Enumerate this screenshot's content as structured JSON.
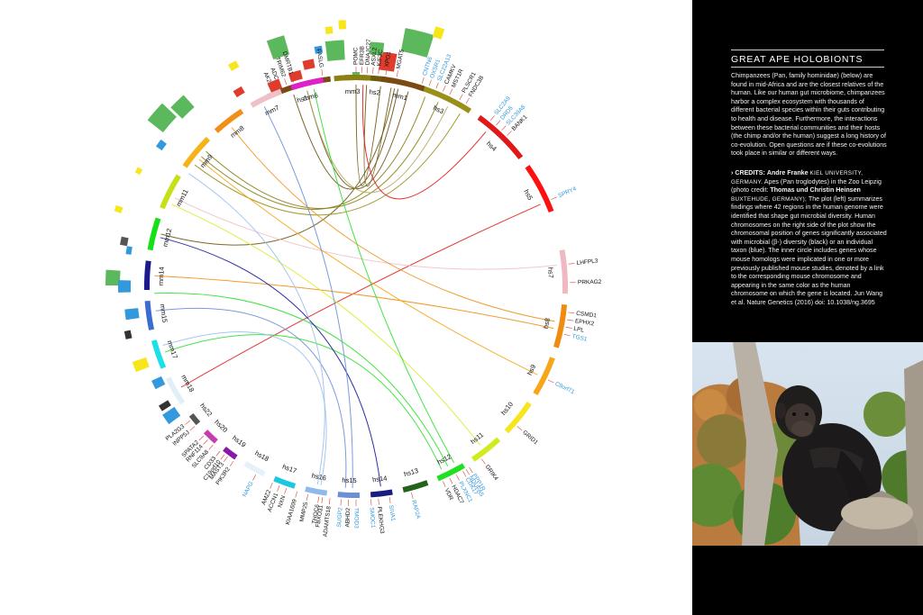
{
  "panel": {
    "title": "GREAT APE HOLOBIONTS",
    "intro_text": "Chimpanzees (Pan, family hominidae) (below) are found in mid-Africa and are the closest relatives of the human. Like our human gut microbiome, chimpanzees harbor a complex ecosystem with thousands of different bacterial species within their guts contributing to health and disease. Furthermore, the interactions between these bacterial communities and their hosts (the chimp and/or the human) suggest a long history of co-evolution. Open questions are if these co-evolutions took place in similar or different ways.",
    "credits_label": "› CREDITS:",
    "credits_author": "Andre Franke",
    "credits_affiliation": "KIEL UNIVERSITY, GERMANY.",
    "credits_line": "Apes (Pan troglodytes) in the Zoo Leipzig (photo credit:",
    "credits_photographers": "Thomas und Christin Heinsen",
    "credits_location": "BUXTEHUDE, GERMANY);",
    "credits_body": "The plot (left) summarizes findings where 42 regions in the human genome were identified that shape gut microbial diversity. Human chromosomes on the right side of the plot show the chromosomal position of genes significantly associated with microbial (β-) diversity (black) or an individual taxon (blue). The inner circle includes genes whose mouse homologs were implicated in one or more previously published mouse studies, denoted by a link to the corresponding mouse chromosome and appearing in the same color as the human chromosome on which the gene is located. Jun Wang et al. Nature Genetics (2016) doi: 10.1038/ng.3695"
  },
  "diagram": {
    "colors": {
      "black_gene": "#111111",
      "blue_gene": "#3399dd",
      "red_mark": "#e03c2c"
    },
    "chromosomes": [
      {
        "label": "hs1",
        "start": -25,
        "end": -7,
        "color": "#7a4a12"
      },
      {
        "label": "hs2",
        "start": -3,
        "end": 14,
        "color": "#6b5a10"
      },
      {
        "label": "hs3",
        "start": 17,
        "end": 33,
        "color": "#999019"
      },
      {
        "label": "hs4",
        "start": 36,
        "end": 52,
        "color": "#e01818"
      },
      {
        "label": "hs5",
        "start": 55,
        "end": 69,
        "color": "#ff1010"
      },
      {
        "label": "hs7",
        "start": 80,
        "end": 92,
        "color": "#f0b8c0"
      },
      {
        "label": "hs8",
        "start": 95,
        "end": 107,
        "color": "#ee8c10"
      },
      {
        "label": "hs9",
        "start": 110,
        "end": 121,
        "color": "#f7a619"
      },
      {
        "label": "hs10",
        "start": 124,
        "end": 134,
        "color": "#f7e61c"
      },
      {
        "label": "hs11",
        "start": 137,
        "end": 146,
        "color": "#d0ec20"
      },
      {
        "label": "hs12",
        "start": 149,
        "end": 157,
        "color": "#20e020"
      },
      {
        "label": "hs13",
        "start": 160,
        "end": 167,
        "color": "#22621a"
      },
      {
        "label": "hs14",
        "start": 170,
        "end": 176,
        "color": "#1a1a80"
      },
      {
        "label": "hs15",
        "start": 179,
        "end": 185,
        "color": "#6a90d8"
      },
      {
        "label": "hs16",
        "start": 188,
        "end": 194,
        "color": "#90b8ec"
      },
      {
        "label": "hs17",
        "start": 197,
        "end": 203,
        "color": "#1cc8e0"
      },
      {
        "label": "hs18",
        "start": 206,
        "end": 212,
        "color": "#e8f0f8"
      },
      {
        "label": "hs19",
        "start": 215,
        "end": 219,
        "color": "#8818a8"
      },
      {
        "label": "hs20",
        "start": 222,
        "end": 226,
        "color": "#c43cb0"
      },
      {
        "label": "hs22",
        "start": 229,
        "end": 232,
        "color": "#555555"
      },
      {
        "label": "mm18",
        "start": 236,
        "end": 244,
        "color": "#e0f0f8"
      },
      {
        "label": "mm17",
        "start": 247,
        "end": 255,
        "color": "#1ce0e8"
      },
      {
        "label": "mm15",
        "start": 258,
        "end": 266,
        "color": "#3c6cd0"
      },
      {
        "label": "mm14",
        "start": 269,
        "end": 277,
        "color": "#1a1a8c"
      },
      {
        "label": "mm12",
        "start": 280,
        "end": 289,
        "color": "#18e018"
      },
      {
        "label": "mm11",
        "start": 292,
        "end": 302,
        "color": "#c8e018"
      },
      {
        "label": "mm9",
        "start": 305,
        "end": 315,
        "color": "#f4b418"
      },
      {
        "label": "mm8",
        "start": 318,
        "end": 327,
        "color": "#f09018"
      },
      {
        "label": "mm7",
        "start": 330,
        "end": 339,
        "color": "#f0c0c8"
      },
      {
        "label": "mm6",
        "start": 342,
        "end": 351,
        "color": "#e020c8"
      },
      {
        "label": "mm3",
        "start": 354,
        "end": 364,
        "color": "#8c8014"
      },
      {
        "label": "mm1",
        "start": 367,
        "end": 379,
        "color": "#7a4a12"
      }
    ],
    "genes": [
      {
        "name": "AK2",
        "angle": -23,
        "kind": "black"
      },
      {
        "name": "ADC",
        "angle": -21,
        "kind": "black"
      },
      {
        "name": "TRIM62",
        "angle": -19,
        "kind": "black"
      },
      {
        "name": "DMRTB1",
        "angle": -17,
        "kind": "black"
      },
      {
        "name": "FASLG",
        "angle": -9,
        "kind": "black"
      },
      {
        "name": "POMC",
        "angle": 0,
        "kind": "black"
      },
      {
        "name": "EFR3B",
        "angle": 1.5,
        "kind": "black"
      },
      {
        "name": "DNAJC27",
        "angle": 3,
        "kind": "black"
      },
      {
        "name": "ASXL2",
        "angle": 4.5,
        "kind": "black"
      },
      {
        "name": "KIF3C",
        "angle": 6,
        "kind": "black"
      },
      {
        "name": "XPO1",
        "angle": 8,
        "kind": "black"
      },
      {
        "name": "MGAT5",
        "angle": 11,
        "kind": "black"
      },
      {
        "name": "CNTN6",
        "angle": 18,
        "kind": "blue"
      },
      {
        "name": "OXSR1",
        "angle": 20,
        "kind": "blue"
      },
      {
        "name": "SLC22A13",
        "angle": 22,
        "kind": "blue"
      },
      {
        "name": "CAMKV",
        "angle": 24,
        "kind": "black"
      },
      {
        "name": "MST1R",
        "angle": 26,
        "kind": "black"
      },
      {
        "name": "PLSCR1",
        "angle": 29,
        "kind": "black"
      },
      {
        "name": "FNDC3B",
        "angle": 31,
        "kind": "black"
      },
      {
        "name": "SLC2A9",
        "angle": 39,
        "kind": "blue"
      },
      {
        "name": "DRD5",
        "angle": 41,
        "kind": "blue"
      },
      {
        "name": "SLC39A8",
        "angle": 43,
        "kind": "blue"
      },
      {
        "name": "BANK1",
        "angle": 45,
        "kind": "black"
      },
      {
        "name": "SPRY4",
        "angle": 66,
        "kind": "blue"
      },
      {
        "name": "LHFPL3",
        "angle": 84,
        "kind": "black"
      },
      {
        "name": "PRKAG2",
        "angle": 89,
        "kind": "black"
      },
      {
        "name": "CSMD1",
        "angle": 97,
        "kind": "black"
      },
      {
        "name": "EPHX2",
        "angle": 99,
        "kind": "black"
      },
      {
        "name": "LPL",
        "angle": 101,
        "kind": "black"
      },
      {
        "name": "TGS1",
        "angle": 103,
        "kind": "blue"
      },
      {
        "name": "C9orf71",
        "angle": 116,
        "kind": "blue"
      },
      {
        "name": "GRID1",
        "angle": 131,
        "kind": "black"
      },
      {
        "name": "GRIK4",
        "angle": 144,
        "kind": "black"
      },
      {
        "name": "PPP1R",
        "angle": 148,
        "kind": "blue"
      },
      {
        "name": "CDK17",
        "angle": 150,
        "kind": "blue"
      },
      {
        "name": "PLXNC1",
        "angle": 152,
        "kind": "blue"
      },
      {
        "name": "HDAC7",
        "angle": 154,
        "kind": "black"
      },
      {
        "name": "VDR",
        "angle": 156,
        "kind": "black"
      },
      {
        "name": "NDUFA5",
        "angle": 149,
        "kind": "blue"
      },
      {
        "name": "RAP2A",
        "angle": 165,
        "kind": "blue"
      },
      {
        "name": "SIVA1",
        "angle": 171,
        "kind": "blue"
      },
      {
        "name": "PLEKHG3",
        "angle": 174,
        "kind": "black"
      },
      {
        "name": "SMOC1",
        "angle": 176,
        "kind": "blue"
      },
      {
        "name": "TMOD3",
        "angle": 180,
        "kind": "blue"
      },
      {
        "name": "ABHD2",
        "angle": 182,
        "kind": "black"
      },
      {
        "name": "SUGP2",
        "angle": 184,
        "kind": "blue"
      },
      {
        "name": "ADAMTS18",
        "angle": 187,
        "kind": "black"
      },
      {
        "name": "FBXO31",
        "angle": 189,
        "kind": "black"
      },
      {
        "name": "THOC6",
        "angle": 190,
        "kind": "black"
      },
      {
        "name": "MMP25",
        "angle": 193,
        "kind": "black"
      },
      {
        "name": "KIAA1609",
        "angle": 196,
        "kind": "black"
      },
      {
        "name": "NXN",
        "angle": 199,
        "kind": "black"
      },
      {
        "name": "ACCN1",
        "angle": 201,
        "kind": "black"
      },
      {
        "name": "AMZ2",
        "angle": 203,
        "kind": "black"
      },
      {
        "name": "NAPG",
        "angle": 208,
        "kind": "blue"
      },
      {
        "name": "PIK3R2",
        "angle": 215,
        "kind": "black"
      },
      {
        "name": "MAST3",
        "angle": 217,
        "kind": "black"
      },
      {
        "name": "C19orf10",
        "angle": 218,
        "kind": "black"
      },
      {
        "name": "CD33",
        "angle": 219.5,
        "kind": "black"
      },
      {
        "name": "SLC9A8",
        "angle": 222,
        "kind": "black"
      },
      {
        "name": "RNF114",
        "angle": 224,
        "kind": "black"
      },
      {
        "name": "SPATA2",
        "angle": 225.5,
        "kind": "black"
      },
      {
        "name": "INPP5J",
        "angle": 229,
        "kind": "black"
      },
      {
        "name": "PLA2G3",
        "angle": 231,
        "kind": "black"
      }
    ],
    "links": [
      {
        "a": -18,
        "b": 372,
        "color": "#6b5010"
      },
      {
        "a": -14,
        "b": 375,
        "color": "#6b5010"
      },
      {
        "a": 3,
        "b": 370,
        "color": "#6b5a10"
      },
      {
        "a": 7,
        "b": 360,
        "color": "#6b5a10"
      },
      {
        "a": 11,
        "b": 285,
        "color": "#6b5a10"
      },
      {
        "a": 20,
        "b": 310,
        "color": "#8a8014"
      },
      {
        "a": 24,
        "b": 312,
        "color": "#8a8014"
      },
      {
        "a": 27,
        "b": 346,
        "color": "#b8a860"
      },
      {
        "a": 31,
        "b": 307,
        "color": "#999019"
      },
      {
        "a": 40,
        "b": 362,
        "color": "#e01818"
      },
      {
        "a": 66,
        "b": 240,
        "color": "#e02020"
      },
      {
        "a": 84,
        "b": 296,
        "color": "#f0c0c8"
      },
      {
        "a": 100,
        "b": 322,
        "color": "#f09018"
      },
      {
        "a": 102,
        "b": 273,
        "color": "#f09018"
      },
      {
        "a": 116,
        "b": 309,
        "color": "#f7a619"
      },
      {
        "a": 142,
        "b": 294,
        "color": "#d8ec30"
      },
      {
        "a": 151,
        "b": 348,
        "color": "#30e030"
      },
      {
        "a": 153,
        "b": 268,
        "color": "#30e030"
      },
      {
        "a": 155,
        "b": 251,
        "color": "#30e030"
      },
      {
        "a": 173,
        "b": 284,
        "color": "#1a1a9c"
      },
      {
        "a": 181,
        "b": 333,
        "color": "#6a90d8"
      },
      {
        "a": 183,
        "b": 263,
        "color": "#6a90d8"
      },
      {
        "a": 191,
        "b": 304,
        "color": "#9cc0ee"
      },
      {
        "a": 190,
        "b": 253,
        "color": "#9cc0ee"
      }
    ],
    "outer_marks": [
      {
        "angle": 316,
        "r1": 268,
        "r2": 286,
        "w": 2.0,
        "color": "#5cb85c"
      },
      {
        "angle": 311,
        "r1": 274,
        "r2": 296,
        "w": 2.4,
        "color": "#5cb85c"
      },
      {
        "angle": 306,
        "r1": 263,
        "r2": 271,
        "w": 1.0,
        "color": "#3399dd"
      },
      {
        "angle": 298,
        "r1": 270,
        "r2": 276,
        "w": 0.7,
        "color": "#f7e61c"
      },
      {
        "angle": 288,
        "r1": 273,
        "r2": 281,
        "w": 0.7,
        "color": "#f7e61c"
      },
      {
        "angle": 281,
        "r1": 258,
        "r2": 266,
        "w": 1.0,
        "color": "#555555"
      },
      {
        "angle": 279,
        "r1": 252,
        "r2": 258,
        "w": 1.0,
        "color": "#3399dd"
      },
      {
        "angle": 272,
        "r1": 262,
        "r2": 278,
        "w": 1.8,
        "color": "#5cb85c"
      },
      {
        "angle": 270,
        "r1": 250,
        "r2": 264,
        "w": 1.5,
        "color": "#3399dd"
      },
      {
        "angle": 263,
        "r1": 243,
        "r2": 258,
        "w": 1.3,
        "color": "#3399dd"
      },
      {
        "angle": 258,
        "r1": 255,
        "r2": 262,
        "w": 1.0,
        "color": "#333333"
      },
      {
        "angle": 250,
        "r1": 246,
        "r2": 262,
        "w": 1.3,
        "color": "#f7e61c"
      },
      {
        "angle": 244,
        "r1": 238,
        "r2": 250,
        "w": 1.2,
        "color": "#3399dd"
      },
      {
        "angle": 238,
        "r1": 244,
        "r2": 256,
        "w": 0.8,
        "color": "#333333"
      },
      {
        "angle": 235,
        "r1": 242,
        "r2": 258,
        "w": 1.4,
        "color": "#3399dd"
      },
      {
        "angle": 329,
        "r1": 248,
        "r2": 256,
        "w": 1.2,
        "color": "#e03c2c"
      },
      {
        "angle": 331,
        "r1": 276,
        "r2": 284,
        "w": 1.0,
        "color": "#f7e61c"
      },
      {
        "angle": 338,
        "r1": 232,
        "r2": 246,
        "w": 1.6,
        "color": "#e03c2c"
      },
      {
        "angle": 344,
        "r1": 238,
        "r2": 248,
        "w": 1.6,
        "color": "#e03c2c"
      },
      {
        "angle": 342,
        "r1": 268,
        "r2": 290,
        "w": 2.0,
        "color": "#5cb85c"
      },
      {
        "angle": 348,
        "r1": 247,
        "r2": 257,
        "w": 1.4,
        "color": "#e03c2c"
      },
      {
        "angle": 351,
        "r1": 262,
        "r2": 270,
        "w": 0.9,
        "color": "#3399dd"
      },
      {
        "angle": 355,
        "r1": 252,
        "r2": 274,
        "w": 2.2,
        "color": "#5cb85c"
      },
      {
        "angle": 354,
        "r1": 282,
        "r2": 290,
        "w": 0.8,
        "color": "#f7e61c"
      },
      {
        "angle": 357,
        "r1": 286,
        "r2": 296,
        "w": 0.8,
        "color": "#f7e61c"
      },
      {
        "angle": 360,
        "r1": 232,
        "r2": 238,
        "w": 1.0,
        "color": "#5cb85c"
      },
      {
        "angle": 368,
        "r1": 242,
        "r2": 262,
        "w": 2.0,
        "color": "#e03c2c"
      },
      {
        "angle": 365,
        "r1": 258,
        "r2": 272,
        "w": 1.6,
        "color": "#5cb85c"
      },
      {
        "angle": 374,
        "r1": 266,
        "r2": 292,
        "w": 3.2,
        "color": "#5cb85c"
      },
      {
        "angle": 378,
        "r1": 290,
        "r2": 302,
        "w": 1.0,
        "color": "#f7e61c"
      }
    ]
  }
}
